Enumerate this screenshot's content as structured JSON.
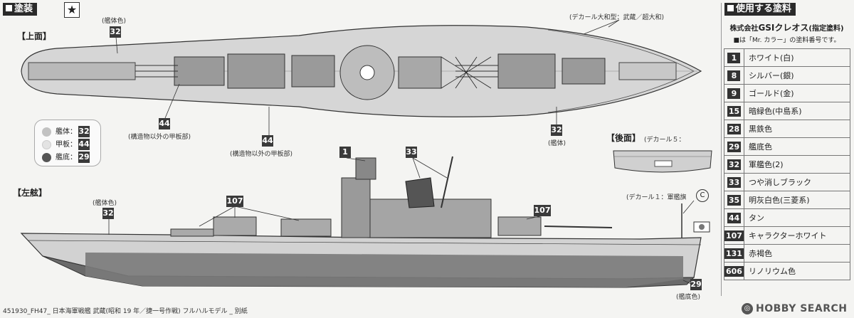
{
  "header": {
    "title": "塗装"
  },
  "views": {
    "top": "【上面】",
    "left": "【左舷】",
    "rear": "【後面】"
  },
  "callouts": {
    "top_hull_color": "(艦体色)",
    "top_hull_num": "32",
    "top_decal": "(デカール大和型：武蔵／超大和)",
    "top_deck1_num": "44",
    "top_deck1_label": "(構造物以外の甲板部)",
    "top_deck2_num": "44",
    "top_deck2_label": "(構造物以外の甲板部)",
    "top_hull2_num": "32",
    "top_hull2_label": "(艦体)",
    "rear_decal": "(デカール５：",
    "side_hull_color": "(艦体色)",
    "side_hull_num": "32",
    "side_1": "1",
    "side_33": "33",
    "side_107a": "107",
    "side_107b": "107",
    "side_decal": "(デカール１：軍艦旗",
    "side_decal_circle": "C",
    "side_29": "29",
    "side_29_label": "(艦底色)"
  },
  "legend": [
    {
      "label": "艦体：",
      "num": "32",
      "color": "#c2c2c2"
    },
    {
      "label": "甲板：",
      "num": "44",
      "color": "#e3e3e3"
    },
    {
      "label": "艦底：",
      "num": "29",
      "color": "#555555"
    }
  ],
  "panel": {
    "title": "使用する塗料",
    "maker_prefix": "株式会社",
    "maker_name": "GSIクレオス",
    "maker_suffix": "(指定塗料)",
    "note": "■は「Mr. カラー」の塗料番号です。",
    "paints": [
      {
        "code": "1",
        "name": "ホワイト(白)"
      },
      {
        "code": "8",
        "name": "シルバー(銀)"
      },
      {
        "code": "9",
        "name": "ゴールド(金)"
      },
      {
        "code": "15",
        "name": "暗緑色(中島系)"
      },
      {
        "code": "28",
        "name": "黒鉄色"
      },
      {
        "code": "29",
        "name": "艦底色"
      },
      {
        "code": "32",
        "name": "軍艦色(2)"
      },
      {
        "code": "33",
        "name": "つや消しブラック"
      },
      {
        "code": "35",
        "name": "明灰白色(三菱系)"
      },
      {
        "code": "44",
        "name": "タン"
      },
      {
        "code": "107",
        "name": "キャラクターホワイト"
      },
      {
        "code": "131",
        "name": "赤褐色"
      },
      {
        "code": "606",
        "name": "リノリウム色"
      }
    ]
  },
  "footer": {
    "text": "451930_FH47_ 日本海軍戦艦 武蔵(昭和 19 年／捷一号作戦) フルハルモデル _ 別紙",
    "watermark": "HOBBY SEARCH"
  }
}
